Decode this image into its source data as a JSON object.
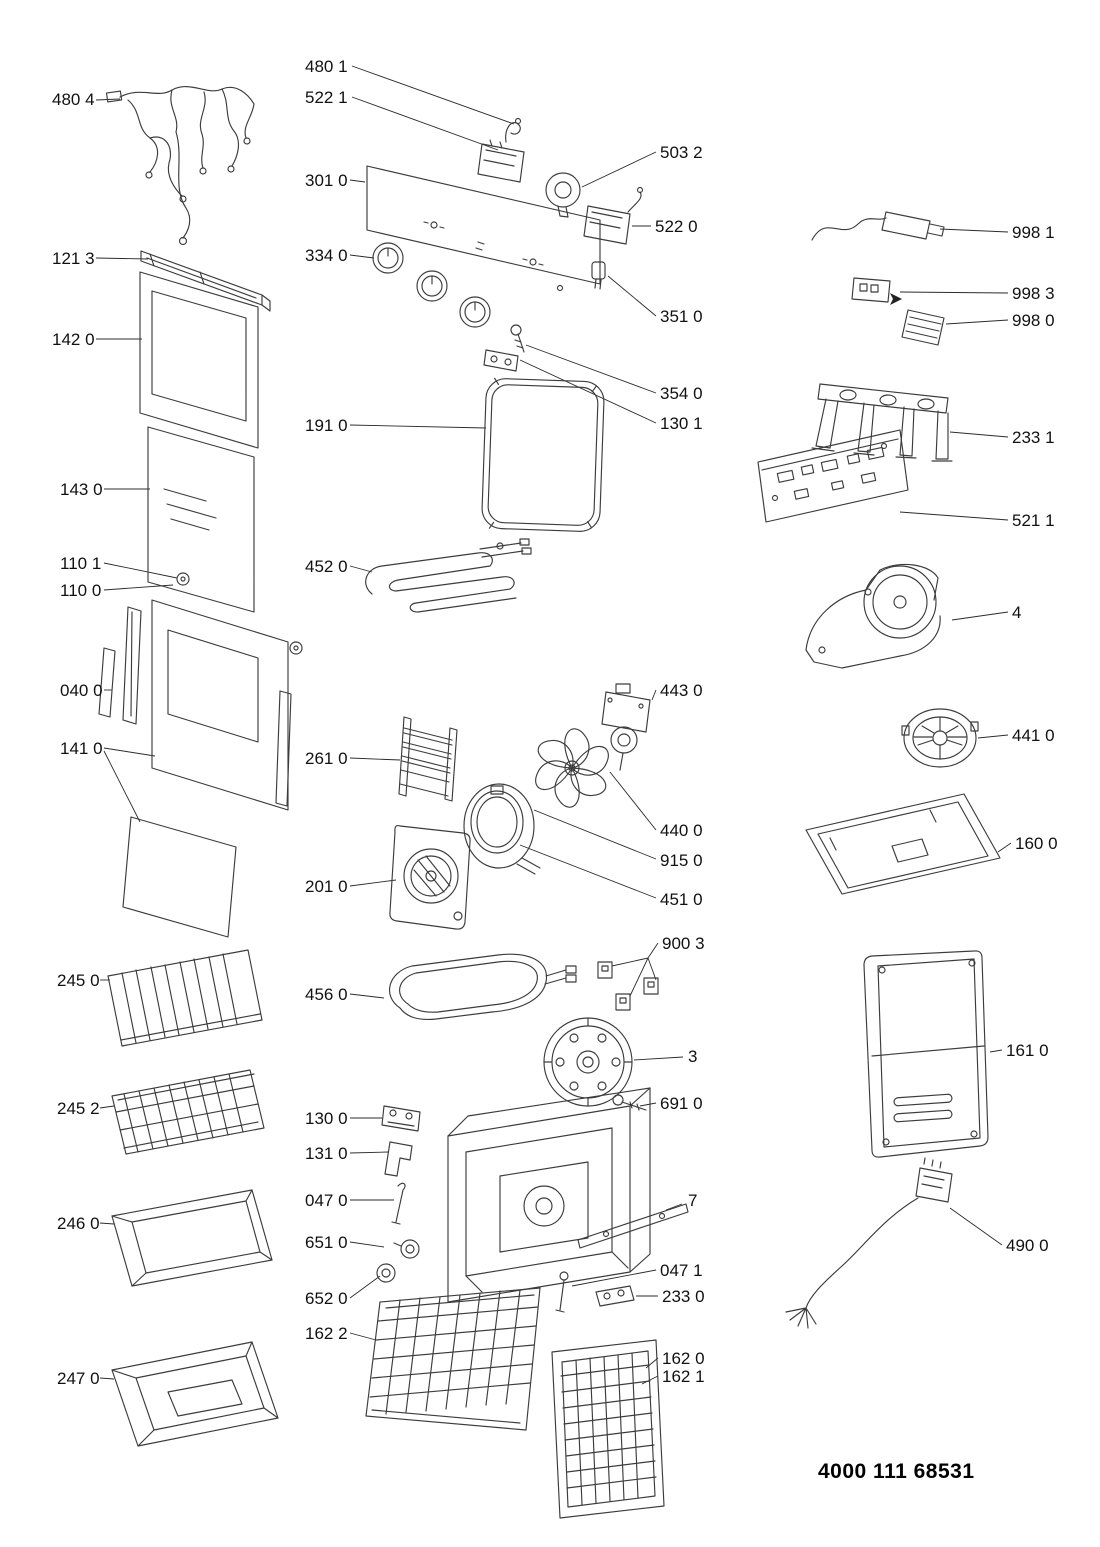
{
  "document": {
    "number": "4000 111 68531"
  },
  "labels": [
    {
      "text": "480 4"
    },
    {
      "text": "121 3"
    },
    {
      "text": "142 0"
    },
    {
      "text": "143 0"
    },
    {
      "text": "110 1"
    },
    {
      "text": "110 0"
    },
    {
      "text": "040 0"
    },
    {
      "text": "141 0"
    },
    {
      "text": "245 0"
    },
    {
      "text": "245 2"
    },
    {
      "text": "246 0"
    },
    {
      "text": "247 0"
    },
    {
      "text": "480 1"
    },
    {
      "text": "522 1"
    },
    {
      "text": "301 0"
    },
    {
      "text": "334 0"
    },
    {
      "text": "191 0"
    },
    {
      "text": "452 0"
    },
    {
      "text": "261 0"
    },
    {
      "text": "201 0"
    },
    {
      "text": "456 0"
    },
    {
      "text": "130 0"
    },
    {
      "text": "131 0"
    },
    {
      "text": "047 0"
    },
    {
      "text": "651 0"
    },
    {
      "text": "652 0"
    },
    {
      "text": "162 2"
    },
    {
      "text": "503 2"
    },
    {
      "text": "522 0"
    },
    {
      "text": "351 0"
    },
    {
      "text": "354 0"
    },
    {
      "text": "130 1"
    },
    {
      "text": "443 0"
    },
    {
      "text": "440 0"
    },
    {
      "text": "915 0"
    },
    {
      "text": "451 0"
    },
    {
      "text": "900 3"
    },
    {
      "text": "3"
    },
    {
      "text": "691 0"
    },
    {
      "text": "7"
    },
    {
      "text": "047 1"
    },
    {
      "text": "233 0"
    },
    {
      "text": "162 0"
    },
    {
      "text": "162 1"
    },
    {
      "text": "998 1"
    },
    {
      "text": "998 3"
    },
    {
      "text": "998 0"
    },
    {
      "text": "233 1"
    },
    {
      "text": "521 1"
    },
    {
      "text": "4"
    },
    {
      "text": "441 0"
    },
    {
      "text": "160 0"
    },
    {
      "text": "161 0"
    },
    {
      "text": "490 0"
    }
  ]
}
